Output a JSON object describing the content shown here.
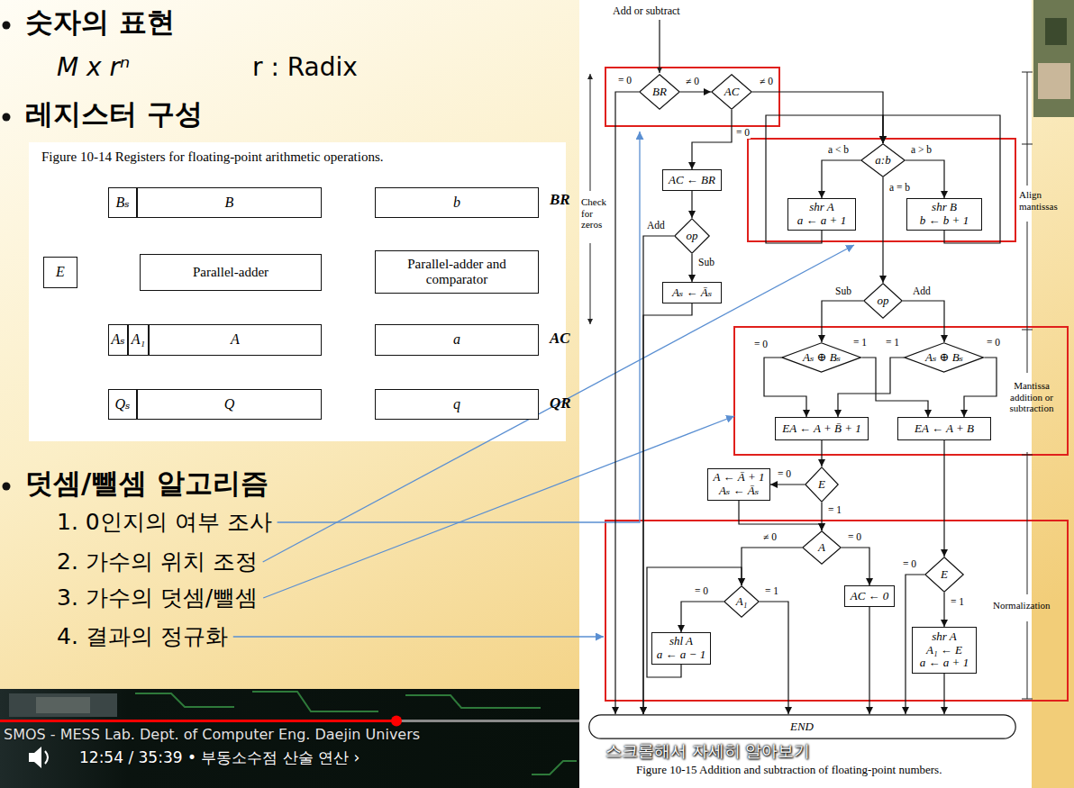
{
  "diagram": {
    "nodes": [
      {
        "text": [
          "Bₛ"
        ]
      },
      {
        "text": [
          "B"
        ]
      },
      {
        "text": [
          "b"
        ]
      },
      {
        "text": [
          "E"
        ]
      },
      {
        "text": [
          "Parallel-adder"
        ]
      },
      {
        "text": [
          "Parallel-adder and comparator"
        ]
      },
      {
        "text": [
          "Aₛ"
        ]
      },
      {
        "text": [
          "A₁"
        ]
      },
      {
        "text": [
          "A"
        ]
      },
      {
        "text": [
          "a"
        ]
      },
      {
        "text": [
          "Qₛ"
        ]
      },
      {
        "text": [
          "Q"
        ]
      },
      {
        "text": [
          "q"
        ]
      },
      {
        "text": [
          "BR"
        ]
      },
      {
        "text": [
          "AC"
        ]
      },
      {
        "text": [
          "AC ← BR"
        ]
      },
      {
        "text": [
          "op"
        ]
      },
      {
        "text": [
          "Aₛ ← Āₛ"
        ]
      },
      {
        "text": [
          "a:b"
        ]
      },
      {
        "text": [
          "shr A",
          "a ← a + 1"
        ]
      },
      {
        "text": [
          "shr B",
          "b ← b + 1"
        ]
      },
      {
        "text": [
          "op"
        ]
      },
      {
        "text": [
          "Aₛ ⊕ Bₛ"
        ]
      },
      {
        "text": [
          "Aₛ ⊕ Bₛ"
        ]
      },
      {
        "text": [
          "EA ← A + B̄ + 1"
        ]
      },
      {
        "text": [
          "EA ← A + B"
        ]
      },
      {
        "text": [
          "A ← Ā + 1",
          "Aₛ ← Āₛ"
        ]
      },
      {
        "text": [
          "E"
        ]
      },
      {
        "text": [
          "A"
        ]
      },
      {
        "text": [
          "E"
        ]
      },
      {
        "text": [
          "A₁"
        ]
      },
      {
        "text": [
          "AC ← 0"
        ]
      },
      {
        "text": [
          "shl A",
          "a ← a − 1"
        ]
      },
      {
        "text": [
          "shr A",
          "A₁ ← E",
          "a ← a + 1"
        ]
      },
      {
        "text": [
          "END"
        ]
      }
    ],
    "edges": [
      {
        "from": 13,
        "to": 14,
        "arrow": "to",
        "label": "≠ 0"
      },
      {
        "from": 13,
        "to": 34,
        "arrow": "to",
        "label": "= 0"
      },
      {
        "from": 14,
        "to": 18,
        "arrow": "to",
        "label": "≠ 0"
      },
      {
        "from": 14,
        "to": 15,
        "arrow": "to",
        "label": "= 0"
      },
      {
        "from": 15,
        "to": 16,
        "arrow": "to"
      },
      {
        "from": 16,
        "to": 34,
        "arrow": "to",
        "label": "Add"
      },
      {
        "from": 16,
        "to": 17,
        "arrow": "to",
        "label": "Sub"
      },
      {
        "from": 17,
        "to": 34,
        "arrow": "to"
      },
      {
        "from": 18,
        "to": 19,
        "arrow": "to",
        "label": "a < b"
      },
      {
        "from": 18,
        "to": 20,
        "arrow": "to",
        "label": "a > b"
      },
      {
        "from": 19,
        "to": 18,
        "arrow": "to"
      },
      {
        "from": 20,
        "to": 18,
        "arrow": "to"
      },
      {
        "from": 18,
        "to": 21,
        "arrow": "to",
        "label": "a = b"
      },
      {
        "from": 21,
        "to": 22,
        "arrow": "to",
        "label": "Sub"
      },
      {
        "from": 21,
        "to": 23,
        "arrow": "to",
        "label": "Add"
      },
      {
        "from": 22,
        "to": 24,
        "arrow": "to",
        "label": "= 0"
      },
      {
        "from": 22,
        "to": 25,
        "arrow": "to",
        "label": "= 1"
      },
      {
        "from": 23,
        "to": 24,
        "arrow": "to",
        "label": "= 1"
      },
      {
        "from": 23,
        "to": 25,
        "arrow": "to",
        "label": "= 0"
      },
      {
        "from": 24,
        "to": 27,
        "arrow": "to"
      },
      {
        "from": 27,
        "to": 26,
        "arrow": "to",
        "label": "= 0"
      },
      {
        "from": 27,
        "to": 28,
        "arrow": "to",
        "label": "= 1"
      },
      {
        "from": 26,
        "to": 28,
        "arrow": "to"
      },
      {
        "from": 25,
        "to": 29,
        "arrow": "to"
      },
      {
        "from": 28,
        "to": 30,
        "arrow": "to",
        "label": "≠ 0"
      },
      {
        "from": 28,
        "to": 31,
        "arrow": "to",
        "label": "= 0"
      },
      {
        "from": 29,
        "to": 34,
        "arrow": "to",
        "label": "= 0"
      },
      {
        "from": 29,
        "to": 33,
        "arrow": "to",
        "label": "= 1"
      },
      {
        "from": 30,
        "to": 32,
        "arrow": "to",
        "label": "= 0"
      },
      {
        "from": 30,
        "to": 34,
        "arrow": "to",
        "label": "= 1"
      },
      {
        "from": 32,
        "to": 30,
        "arrow": "to"
      },
      {
        "from": 31,
        "to": 34,
        "arrow": "to"
      },
      {
        "from": 33,
        "to": 34,
        "arrow": "to"
      }
    ],
    "labels": [
      "숫자의 표현",
      "M x rⁿ",
      "r : Radix",
      "레지스터 구성",
      "Figure 10-14 Registers for floating-point arithmetic operations.",
      "BR",
      "AC",
      "QR",
      "덧셈/뺄셈 알고리즘",
      "1. 0인지의 여부 조사",
      "2. 가수의 위치 조정",
      "3. 가수의 덧셈/뺄셈",
      "4. 결과의 정규화",
      "Add or subtract",
      "Check for zeros",
      "Align mantissas",
      "Mantissa addition or subtraction",
      "Normalization",
      "Figure 10-15 Addition and subtraction of floating-point numbers.",
      "SMOS - MESS Lab. Dept. of Computer Eng. Daejin Univers",
      "12:54 / 35:39 • 부동소수점 산술 연산 ›",
      "스크롤해서 자세히 알아보기"
    ]
  }
}
